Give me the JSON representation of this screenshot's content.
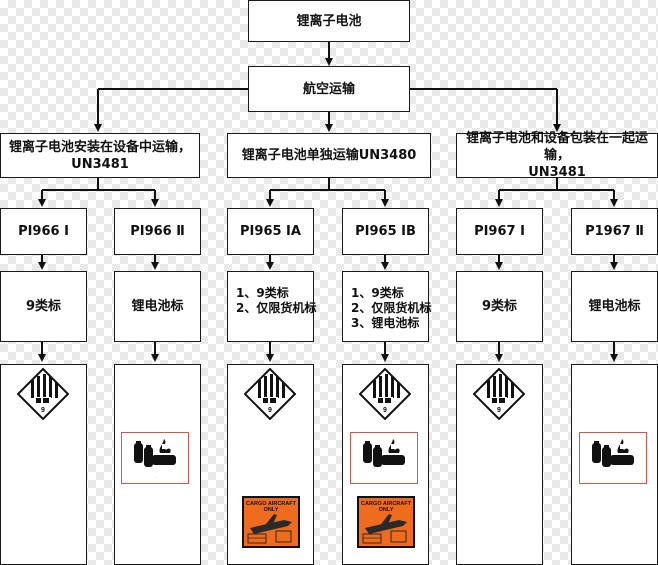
{
  "root": "锂离子电池",
  "mode": "航空运输",
  "branches": [
    {
      "title_lines": [
        "锂离子电池安装在设备中运输，",
        "UN3481"
      ],
      "subs": [
        {
          "code": "PI966 Ⅰ",
          "label_lines": [
            "9类标"
          ],
          "labels": [
            "class9"
          ]
        },
        {
          "code": "PI966 Ⅱ",
          "label_lines": [
            "锂电池标"
          ],
          "labels": [
            "battery"
          ]
        }
      ]
    },
    {
      "title_lines": [
        "锂离子电池单独运输UN3480"
      ],
      "subs": [
        {
          "code": "PI965 IA",
          "label_lines": [
            "1、9类标",
            "2、仅限货机标"
          ],
          "labels": [
            "class9",
            "cargo"
          ]
        },
        {
          "code": "PI965 IB",
          "label_lines": [
            "1、9类标",
            "2、仅限货机标",
            "3、锂电池标"
          ],
          "labels": [
            "class9",
            "battery",
            "cargo"
          ]
        }
      ]
    },
    {
      "title_lines": [
        "锂离子电池和设备包装在一起运输，",
        "UN3481"
      ],
      "subs": [
        {
          "code": "PI967 Ⅰ",
          "label_lines": [
            "9类标"
          ],
          "labels": [
            "class9"
          ]
        },
        {
          "code": "P1967 Ⅱ",
          "label_lines": [
            "锂电池标"
          ],
          "labels": [
            "battery"
          ]
        }
      ]
    }
  ],
  "hazard_label": {
    "class_number": "9"
  },
  "cargo_label": {
    "line1": "CARGO AIRCRAFT",
    "line2": "ONLY"
  }
}
